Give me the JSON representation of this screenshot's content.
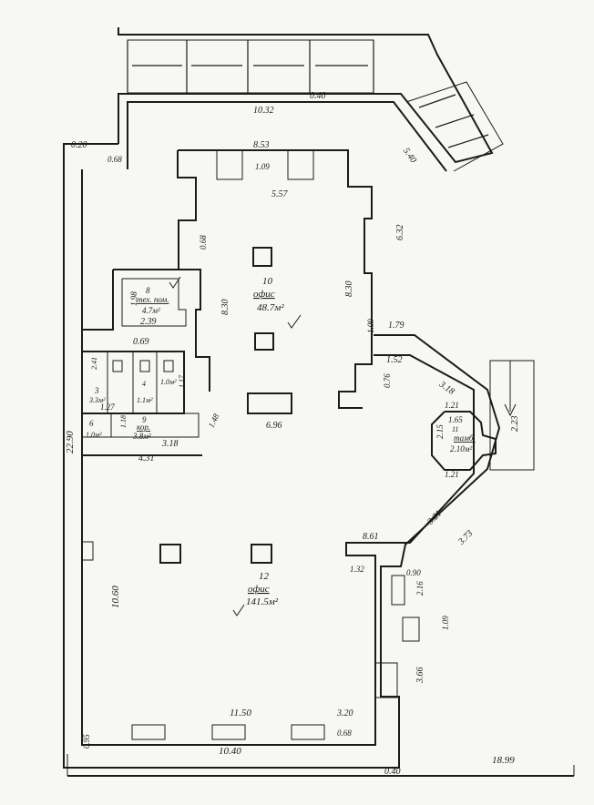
{
  "colors": {
    "ink": "#1b1b1b",
    "paper": "#f7f7f3"
  },
  "dimensions": {
    "d_10_32": "10.32",
    "d_0_40_top": "0.40",
    "d_5_40": "5.40",
    "d_0_20": "0.20",
    "d_0_68_top": "0.68",
    "d_8_53": "8.53",
    "d_1_09_top": "1.09",
    "d_5_57": "5.57",
    "d_6_32": "6.32",
    "d_0_68_wall": "0.68",
    "d_8_30_left": "8.30",
    "d_8_30_right": "8.30",
    "d_1_09_right": "1.09",
    "d_1_79": "1.79",
    "d_1_52": "1.52",
    "d_0_76": "0.76",
    "d_1_98": "1.98",
    "d_2_39": "2.39",
    "d_0_69": "0.69",
    "d_2_41": "2.41",
    "d_1_27": "1.27",
    "d_1_17": "1.17",
    "d_1_18": "1.18",
    "d_1_48": "1.48",
    "d_3_18": "3.18",
    "d_4_31": "4.31",
    "d_6_96": "6.96",
    "d_3_18_right": "3.18",
    "d_1_21": "1.21",
    "d_1_65": "1.65",
    "d_2_15": "2.15",
    "d_2_23": "2.23",
    "d_1_21_b": "1.21",
    "d_22_90": "22.90",
    "d_8_61": "8.61",
    "d_3_21": "3.21",
    "d_3_73": "3.73",
    "d_1_32": "1.32",
    "d_0_90": "0.90",
    "d_2_16": "2.16",
    "d_10_60": "10.60",
    "d_1_09_bottom": "1.09",
    "d_3_66": "3.66",
    "d_11_50": "11.50",
    "d_3_20": "3.20",
    "d_0_68_bottom": "0.68",
    "d_10_40": "10.40",
    "d_0_95": "0.95",
    "d_0_40_bottom": "0.40",
    "d_18_99": "18.99"
  },
  "rooms": {
    "office_10": {
      "number": "10",
      "name": "офис",
      "area": "48.7м²"
    },
    "office_12": {
      "number": "12",
      "name": "офис",
      "area": "141.5м²"
    },
    "tech_8": {
      "number": "8",
      "name": "тех. пом.",
      "area": "4.7м²"
    },
    "wc_3": {
      "number": "3",
      "area": "3.3м²"
    },
    "wc_4": {
      "number": "4",
      "area": "1.1м²"
    },
    "wc_5": {
      "number": "",
      "area": "1.0м²"
    },
    "room_6": {
      "number": "6",
      "area": "1.0м²"
    },
    "corridor_9": {
      "number": "9",
      "name": "кор.",
      "area": "3.8м²"
    },
    "vestibule_11": {
      "number": "11",
      "name": "тамб.",
      "area": "2.10м²"
    }
  }
}
